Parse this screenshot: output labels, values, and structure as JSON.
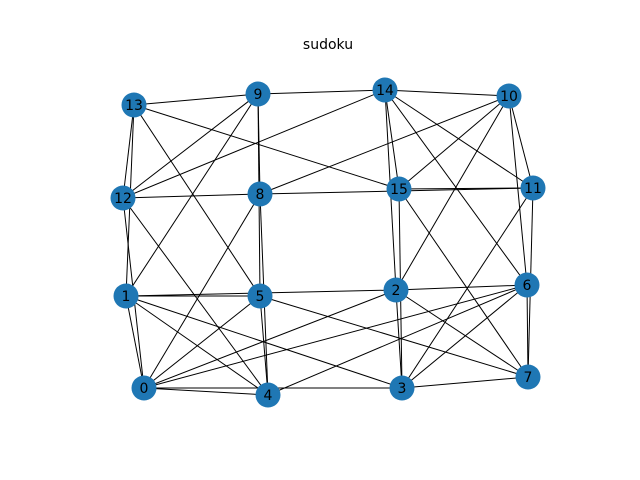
{
  "figure": {
    "title": "sudoku"
  },
  "graph": {
    "node_color": "#1f77b4",
    "edge_color": "#000000",
    "nodes": [
      {
        "id": 0,
        "label": "0"
      },
      {
        "id": 1,
        "label": "1"
      },
      {
        "id": 2,
        "label": "2"
      },
      {
        "id": 3,
        "label": "3"
      },
      {
        "id": 4,
        "label": "4"
      },
      {
        "id": 5,
        "label": "5"
      },
      {
        "id": 6,
        "label": "6"
      },
      {
        "id": 7,
        "label": "7"
      },
      {
        "id": 8,
        "label": "8"
      },
      {
        "id": 9,
        "label": "9"
      },
      {
        "id": 10,
        "label": "10"
      },
      {
        "id": 11,
        "label": "11"
      },
      {
        "id": 12,
        "label": "12"
      },
      {
        "id": 13,
        "label": "13"
      },
      {
        "id": 14,
        "label": "14"
      },
      {
        "id": 15,
        "label": "15"
      }
    ],
    "edges": [
      [
        0,
        1
      ],
      [
        0,
        2
      ],
      [
        0,
        3
      ],
      [
        0,
        4
      ],
      [
        0,
        5
      ],
      [
        0,
        6
      ],
      [
        0,
        8
      ],
      [
        0,
        12
      ],
      [
        1,
        2
      ],
      [
        1,
        3
      ],
      [
        1,
        4
      ],
      [
        1,
        5
      ],
      [
        1,
        9
      ],
      [
        1,
        13
      ],
      [
        2,
        3
      ],
      [
        2,
        6
      ],
      [
        2,
        7
      ],
      [
        2,
        10
      ],
      [
        2,
        14
      ],
      [
        3,
        6
      ],
      [
        3,
        7
      ],
      [
        3,
        11
      ],
      [
        3,
        15
      ],
      [
        4,
        5
      ],
      [
        4,
        6
      ],
      [
        4,
        8
      ],
      [
        4,
        12
      ],
      [
        5,
        7
      ],
      [
        5,
        9
      ],
      [
        5,
        13
      ],
      [
        6,
        7
      ],
      [
        6,
        10
      ],
      [
        6,
        14
      ],
      [
        7,
        11
      ],
      [
        7,
        15
      ],
      [
        8,
        9
      ],
      [
        8,
        10
      ],
      [
        8,
        11
      ],
      [
        8,
        12
      ],
      [
        9,
        12
      ],
      [
        9,
        13
      ],
      [
        9,
        14
      ],
      [
        10,
        11
      ],
      [
        10,
        14
      ],
      [
        10,
        15
      ],
      [
        11,
        14
      ],
      [
        11,
        15
      ],
      [
        12,
        13
      ],
      [
        12,
        14
      ],
      [
        13,
        15
      ],
      [
        14,
        15
      ]
    ]
  }
}
